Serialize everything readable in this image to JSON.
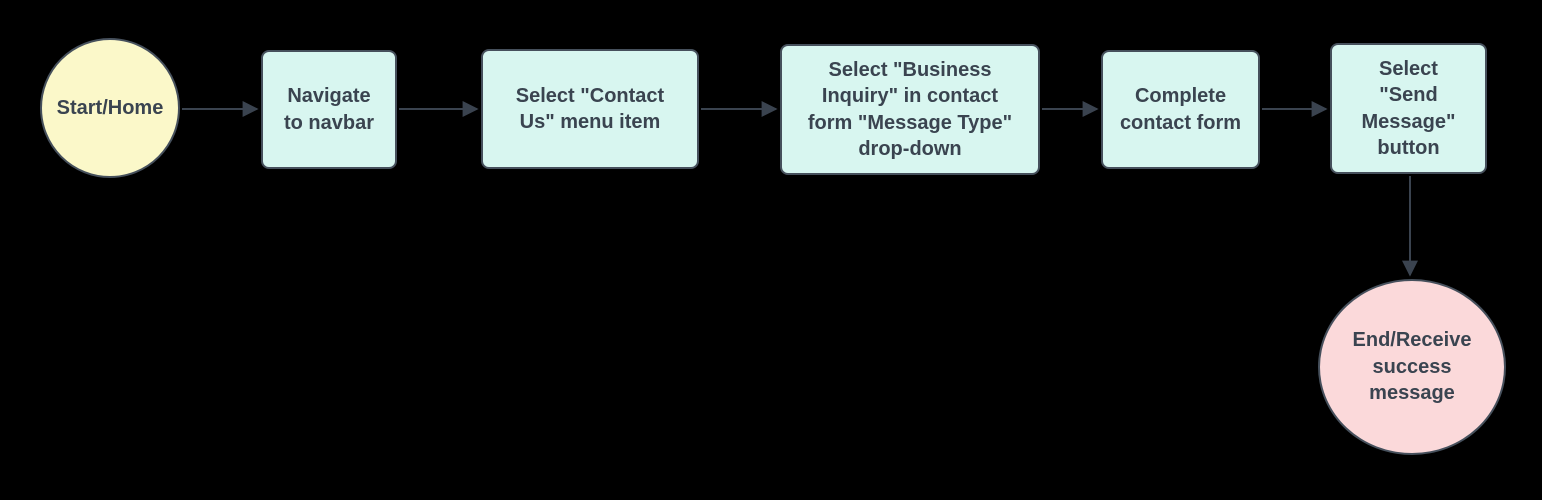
{
  "diagram": {
    "type": "flowchart",
    "direction": "left-to-right",
    "nodes": {
      "start": {
        "shape": "circle",
        "role": "start",
        "label": "Start/Home"
      },
      "step1": {
        "shape": "rounded-rectangle",
        "role": "process",
        "label": "Navigate\nto navbar"
      },
      "step2": {
        "shape": "rounded-rectangle",
        "role": "process",
        "label": "Select \"Contact\nUs\" menu item"
      },
      "step3": {
        "shape": "rounded-rectangle",
        "role": "process",
        "label": "Select \"Business\nInquiry\" in contact\nform \"Message Type\"\ndrop-down"
      },
      "step4": {
        "shape": "rounded-rectangle",
        "role": "process",
        "label": "Complete\ncontact form"
      },
      "step5": {
        "shape": "rounded-rectangle",
        "role": "process",
        "label": "Select\n\"Send\nMessage\"\nbutton"
      },
      "end": {
        "shape": "circle",
        "role": "end",
        "label": "End/Receive\nsuccess\nmessage"
      }
    },
    "edges": [
      {
        "from": "start",
        "to": "step1",
        "style": "arrow"
      },
      {
        "from": "step1",
        "to": "step2",
        "style": "arrow"
      },
      {
        "from": "step2",
        "to": "step3",
        "style": "arrow"
      },
      {
        "from": "step3",
        "to": "step4",
        "style": "arrow"
      },
      {
        "from": "step4",
        "to": "step5",
        "style": "arrow"
      },
      {
        "from": "step5",
        "to": "end",
        "style": "arrow"
      }
    ]
  },
  "colors": {
    "background": "#000000",
    "node_border": "#46505c",
    "arrow": "#3a434f",
    "text": "#3a4450",
    "start_fill": "#fbf8c9",
    "process_fill": "#d8f6f0",
    "end_fill": "#fbd9da"
  }
}
